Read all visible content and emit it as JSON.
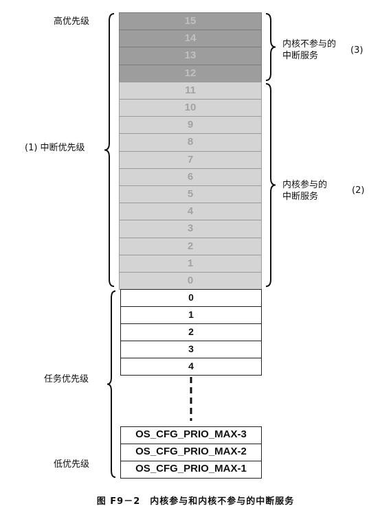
{
  "labels": {
    "high_priority": "高优先级",
    "interrupt_priority": "(1) 中断优先级",
    "task_priority": "任务优先级",
    "low_priority": "低优先级",
    "kernel_not_line1": "内核不参与的",
    "kernel_not_line2": "中断服务",
    "kernel_not_tag": "(3)",
    "kernel_yes_line1": "内核参与的",
    "kernel_yes_line2": "中断服务",
    "kernel_yes_tag": "(2)"
  },
  "interrupt_levels": [
    "15",
    "14",
    "13",
    "12",
    "11",
    "10",
    "9",
    "8",
    "7",
    "6",
    "5",
    "4",
    "3",
    "2",
    "1",
    "0"
  ],
  "kernel_excluded_levels": [
    "15",
    "14",
    "13",
    "12"
  ],
  "task_levels": [
    "0",
    "1",
    "2",
    "3",
    "4"
  ],
  "max_task_levels": [
    "OS_CFG_PRIO_MAX-3",
    "OS_CFG_PRIO_MAX-2",
    "OS_CFG_PRIO_MAX-1"
  ],
  "caption": "图 F9－2　内核参与和内核不参与的中断服务",
  "colors": {
    "kernel_excluded_fill": "#9d9d9d",
    "kernel_aware_fill": "#d4d4d4",
    "task_fill": "#ffffff",
    "brace": "#111111"
  }
}
